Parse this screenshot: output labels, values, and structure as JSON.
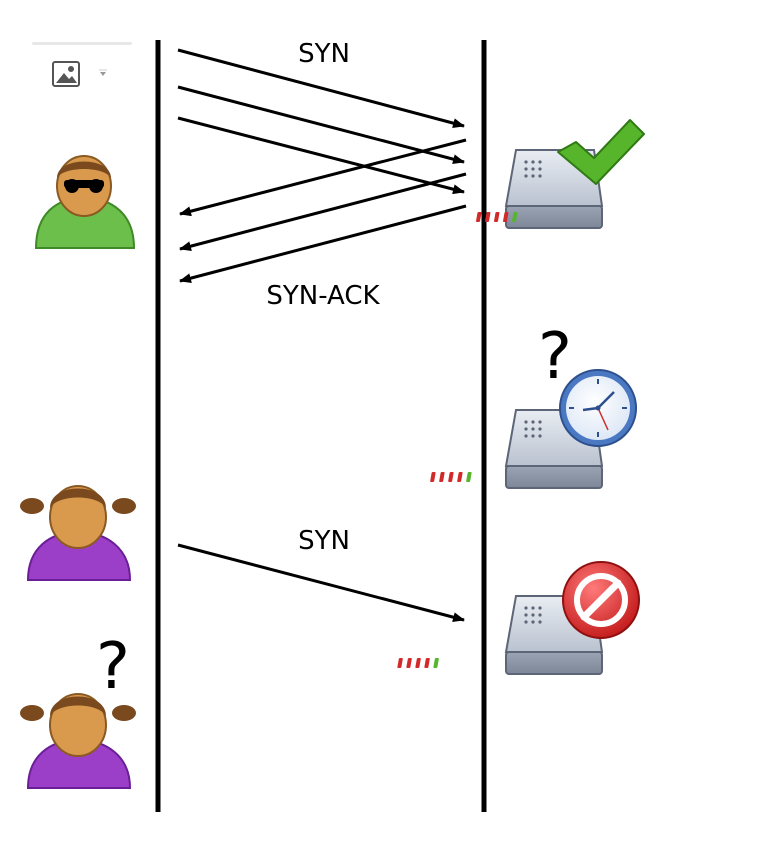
{
  "diagram": {
    "labels": {
      "syn_top": "SYN",
      "syn_ack": "SYN-ACK",
      "syn_bottom": "SYN",
      "server_question": "?",
      "user_question": "?"
    },
    "colors": {
      "line": "#000000",
      "green_shirt": "#6cbf4a",
      "purple_shirt": "#9b3fc8",
      "skin": "#d99a4e",
      "hair": "#7a4a1e",
      "server_body": "#aab4c4",
      "check": "#57b52c",
      "clock_ring": "#4a78c2",
      "forbidden_red": "#d12a2a"
    },
    "icons": {
      "toolbar_image": "image-icon",
      "toolbar_dropdown": "chevron-down-icon"
    }
  }
}
